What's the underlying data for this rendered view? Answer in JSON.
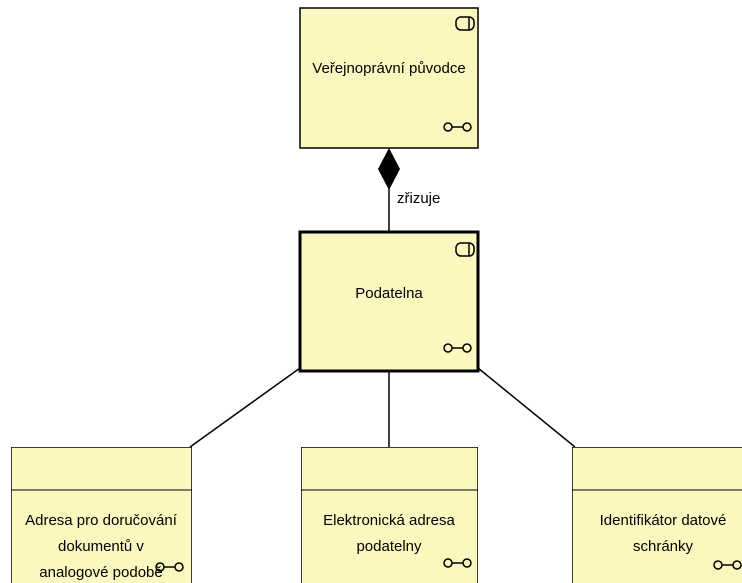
{
  "diagram": {
    "colors": {
      "node_fill": "#fbf8bf",
      "node_stroke": "#000000",
      "header_fill": "#fbf8bf",
      "edge": "#000000"
    },
    "nodes": {
      "top": {
        "lines": [
          "Veřejnoprávní původce"
        ],
        "icons": [
          "business-object-icon",
          "association-icon"
        ]
      },
      "mid": {
        "lines": [
          "Podatelna"
        ],
        "icons": [
          "business-object-icon",
          "association-icon"
        ]
      },
      "left": {
        "lines": [
          "Adresa pro doručování",
          "dokumentů v",
          "analogové podobě"
        ],
        "icons": [
          "association-icon"
        ]
      },
      "center": {
        "lines": [
          "Elektronická adresa",
          "podatelny"
        ],
        "icons": [
          "association-icon"
        ]
      },
      "right": {
        "lines": [
          "Identifikátor datové",
          "schránky"
        ],
        "icons": [
          "association-icon"
        ]
      }
    },
    "edges": {
      "top_mid": {
        "label": "zřizuje",
        "type": "composition"
      }
    }
  }
}
